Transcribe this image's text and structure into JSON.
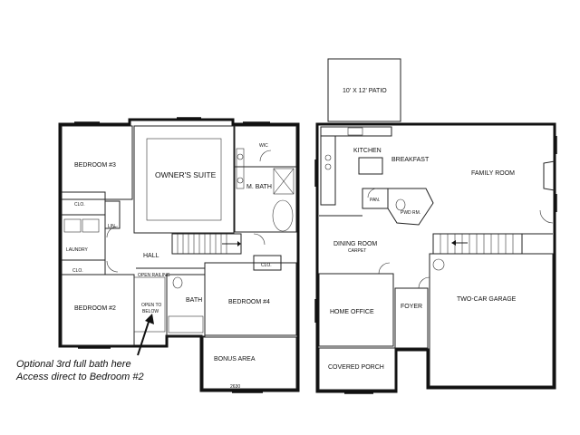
{
  "upper_floor": {
    "rooms": {
      "bedroom3": "BEDROOM #3",
      "owners_suite": "OWNER'S SUITE",
      "wic": "WIC",
      "m_bath": "M. BATH",
      "clo_a": "CLO.",
      "lin": "LIN.",
      "laundry": "LAUNDRY",
      "hall": "HALL",
      "clo_b": "CLO.",
      "open_railing": "OPEN RAILING",
      "bedroom2": "BEDROOM #2",
      "open_to_below_1": "OPEN TO",
      "open_to_below_2": "BELOW",
      "bath": "BATH",
      "clo_c": "CLO.",
      "bedroom4": "BEDROOM #4",
      "bonus_area": "BONUS AREA",
      "model_number": "2630"
    }
  },
  "main_floor": {
    "rooms": {
      "patio": "10' X 12' PATIO",
      "kitchen": "KITCHEN",
      "breakfast": "BREAKFAST",
      "family_room": "FAMILY ROOM",
      "pan": "PAN.",
      "pwd_rm": "PWD RM.",
      "dining_room": "DINING ROOM",
      "carpet": "CARPET",
      "home_office": "HOME OFFICE",
      "foyer": "FOYER",
      "garage": "TWO-CAR GARAGE",
      "covered_porch": "COVERED PORCH"
    }
  },
  "annotation": {
    "line1": "Optional 3rd full bath here",
    "line2": "Access direct to Bedroom #2"
  }
}
